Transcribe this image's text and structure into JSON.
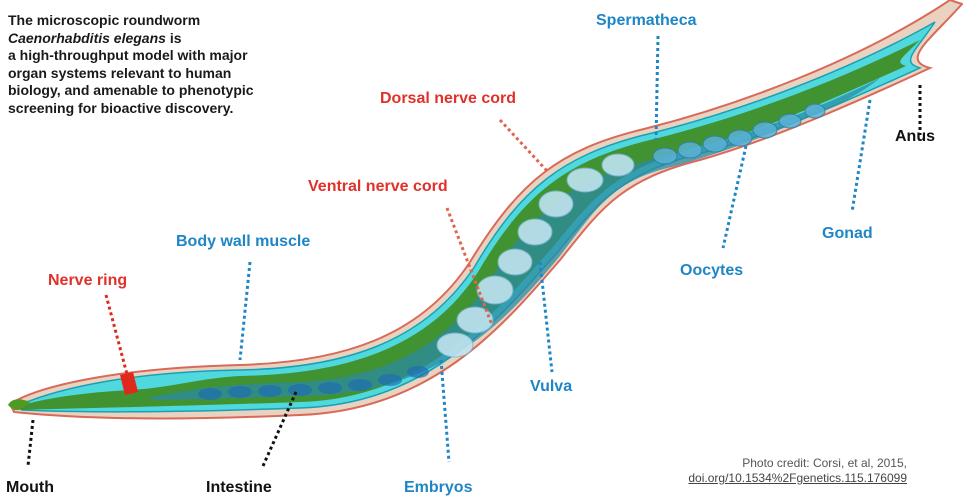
{
  "intro": {
    "line1": "The microscopic roundworm",
    "species": "Caenorhabditis elegans",
    "species_suffix": " is",
    "rest": "a high-throughput model with major organ systems relevant to human biology, and amenable to phenotypic screening for bioactive discovery."
  },
  "labels": {
    "spermatheca": "Spermatheca",
    "dorsal_nerve_cord": "Dorsal nerve cord",
    "anus": "Anus",
    "ventral_nerve_cord": "Ventral nerve cord",
    "gonad": "Gonad",
    "body_wall_muscle": "Body wall muscle",
    "oocytes": "Oocytes",
    "nerve_ring": "Nerve ring",
    "vulva": "Vulva",
    "mouth": "Mouth",
    "intestine": "Intestine",
    "embryos": "Embryos"
  },
  "credit": {
    "text": "Photo credit: Corsi, et al, 2015,",
    "link": "doi.org/10.1534%2Fgenetics.115.176099"
  },
  "colors": {
    "red_label": "#e0312b",
    "blue_label": "#1e86c6",
    "black_label": "#111111"
  }
}
